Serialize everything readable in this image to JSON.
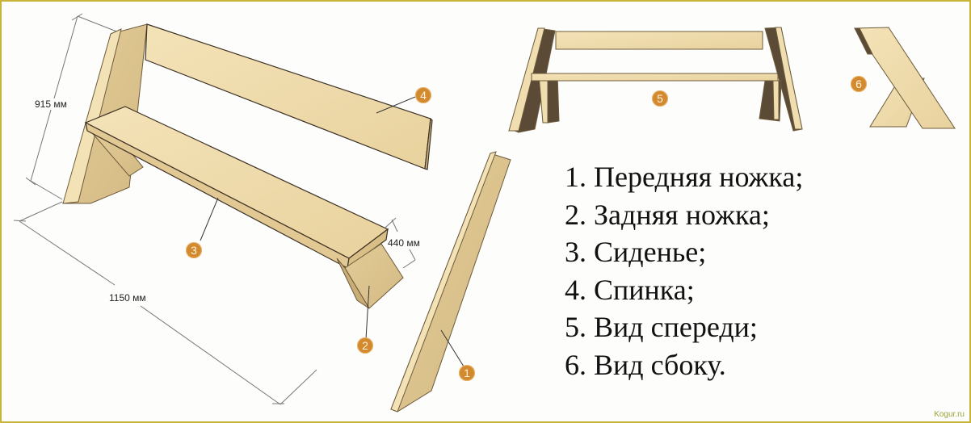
{
  "diagram": {
    "subject": "Wooden bench assembly",
    "dimensions": {
      "height": "915 мм",
      "length": "1150 мм",
      "depth": "440 мм"
    },
    "callouts": [
      "1",
      "2",
      "3",
      "4",
      "5",
      "6"
    ],
    "legend": [
      "1. Передняя ножка;",
      "2. Задняя ножка;",
      "3. Сиденье;",
      "4. Спинка;",
      "5. Вид спереди;",
      "6. Вид сбоку."
    ],
    "watermark": "Kogur.ru",
    "colors": {
      "wood_light": "#f1deb0",
      "wood_mid": "#e6cf9a",
      "wood_shade": "#d8bf88",
      "wood_dark_side": "#5a4a36",
      "badge": "#d38a2e",
      "border": "#c9b43a"
    }
  }
}
